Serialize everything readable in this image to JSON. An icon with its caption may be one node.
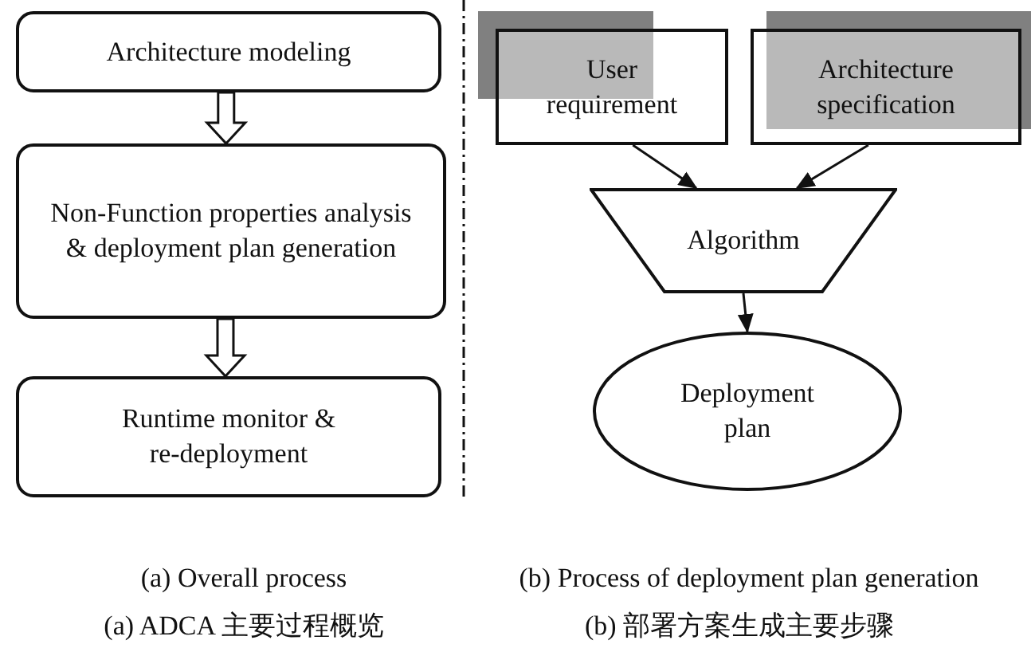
{
  "diagram": {
    "nodes": [
      {
        "text": [
          "Architecture modeling"
        ]
      },
      {
        "text": [
          "Non-Function properties analysis & deployment plan generation"
        ]
      },
      {
        "text": [
          "Runtime monitor & re-deployment"
        ]
      },
      {
        "text": [
          "User requirement"
        ]
      },
      {
        "text": [
          "Architecture specification"
        ]
      },
      {
        "text": [
          "Algorithm"
        ]
      },
      {
        "text": [
          "Deployment plan"
        ]
      }
    ],
    "edges": [
      {
        "from": 0,
        "to": 1,
        "arrow": "to",
        "style": "thick"
      },
      {
        "from": 1,
        "to": 2,
        "arrow": "to",
        "style": "thick"
      },
      {
        "from": 3,
        "to": 5,
        "arrow": "to"
      },
      {
        "from": 4,
        "to": 5,
        "arrow": "to"
      },
      {
        "from": 5,
        "to": 6,
        "arrow": "to"
      }
    ],
    "labels": [
      "(a) Overall process",
      "(b) Process of deployment plan generation",
      "(a) ADCA 主要过程概览",
      "(b) 部署方案生成主要步骤"
    ]
  }
}
